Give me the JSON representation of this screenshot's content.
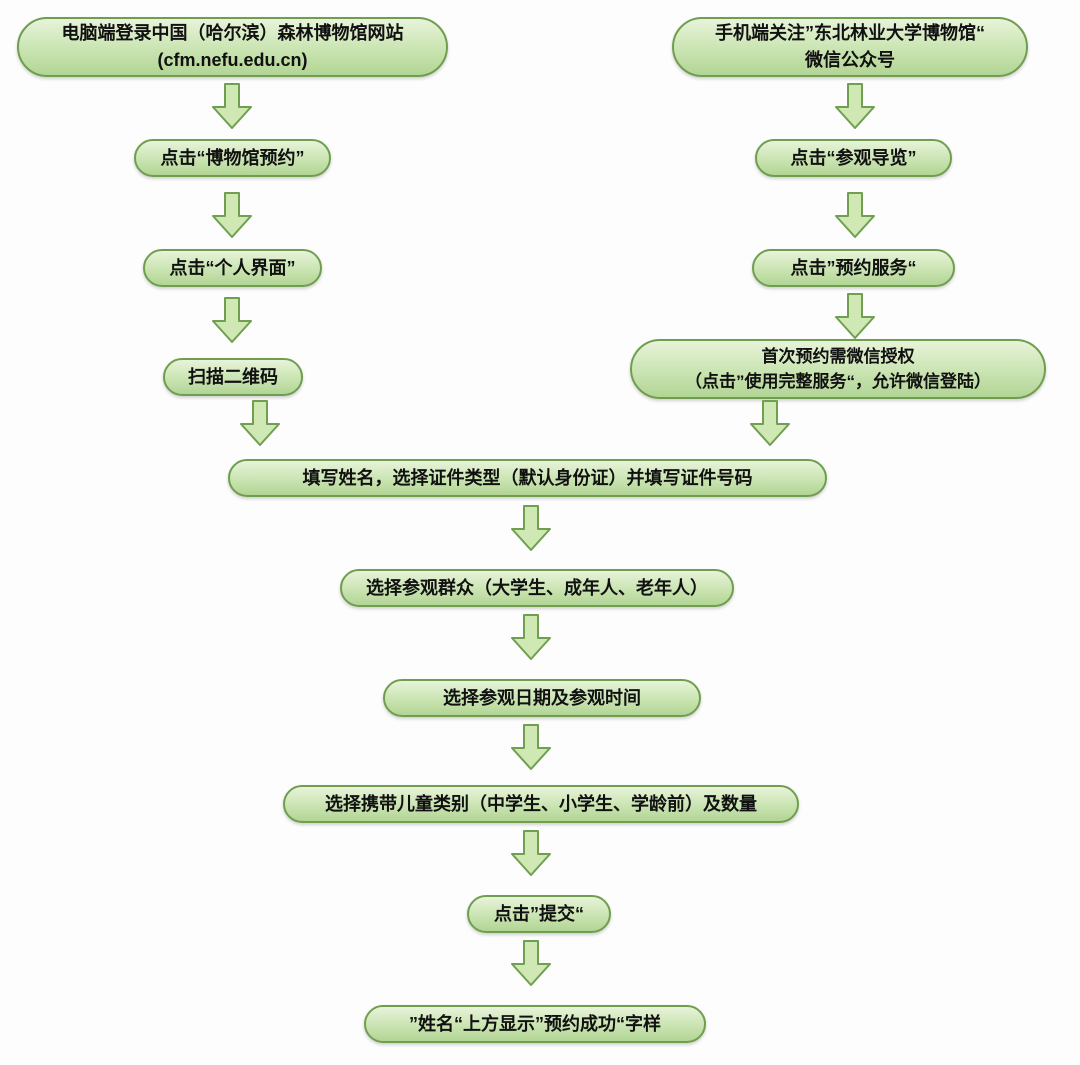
{
  "diagram": {
    "kind": "flowchart",
    "subject": "museum-visit-reservation-process",
    "background": "#fdfdfd"
  },
  "palette": {
    "node_fill_top": "#e8f3da",
    "node_fill_bottom": "#b2d595",
    "node_border": "#6f9e4f",
    "arrow_fill": "#cfe8b4",
    "arrow_border": "#6f9f4f",
    "text_color": "#111111"
  },
  "icons": {
    "arrow": "down-block-arrow"
  },
  "nodes": {
    "left": [
      {
        "text": "电脑端登录中国（哈尔滨）森林博物馆网站\n(cfm.nefu.edu.cn)"
      },
      {
        "text": "点击“博物馆预约”"
      },
      {
        "text": "点击“个人界面”"
      },
      {
        "text": "扫描二维码"
      }
    ],
    "right": [
      {
        "text": "手机端关注”东北林业大学博物馆“\n微信公众号"
      },
      {
        "text": "点击“参观导览”"
      },
      {
        "text": "点击”预约服务“"
      },
      {
        "text": "首次预约需微信授权\n（点击”使用完整服务“，允许微信登陆）"
      }
    ],
    "merged": [
      {
        "text": "填写姓名，选择证件类型（默认身份证）并填写证件号码"
      },
      {
        "text": "选择参观群众（大学生、成年人、老年人）"
      },
      {
        "text": "选择参观日期及参观时间"
      },
      {
        "text": "选择携带儿童类别（中学生、小学生、学龄前）及数量"
      },
      {
        "text": "点击”提交“"
      },
      {
        "text": "”姓名“上方显示”预约成功“字样"
      }
    ]
  }
}
